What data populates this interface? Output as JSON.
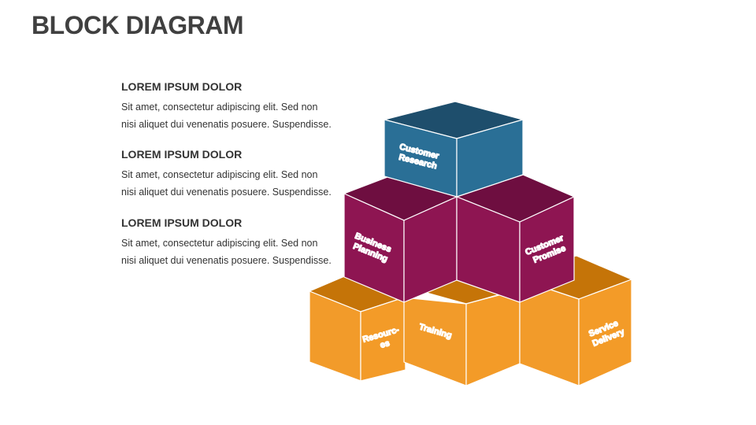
{
  "title": "BLOCK DIAGRAM",
  "text_blocks": [
    {
      "heading": "LOREM IPSUM DOLOR",
      "line1": "Sit amet, consectetur adipiscing elit. Sed non",
      "line2": "nisi aliquet dui venenatis posuere. Suspendisse."
    },
    {
      "heading": "LOREM IPSUM DOLOR",
      "line1": "Sit amet, consectetur adipiscing elit. Sed non",
      "line2": "nisi aliquet dui venenatis posuere. Suspendisse."
    },
    {
      "heading": "LOREM IPSUM DOLOR",
      "line1": "Sit amet, consectetur adipiscing elit. Sed non",
      "line2": "nisi aliquet dui venenatis posuere. Suspendisse."
    }
  ],
  "blocks": {
    "customer_research": {
      "line1": "Customer",
      "line2": "Research"
    },
    "business_planning": {
      "line1": "Business",
      "line2": "Planning"
    },
    "customer_promise": {
      "line1": "Customer",
      "line2": "Promise"
    },
    "resources": {
      "line1": "Resourc-",
      "line2": "es"
    },
    "training": {
      "line1": "Training"
    },
    "service_delivery": {
      "line1": "Service",
      "line2": "Delivery"
    }
  },
  "colors": {
    "blue": "#2A6F96",
    "purple": "#8E1552",
    "orange": "#F29B2A"
  }
}
